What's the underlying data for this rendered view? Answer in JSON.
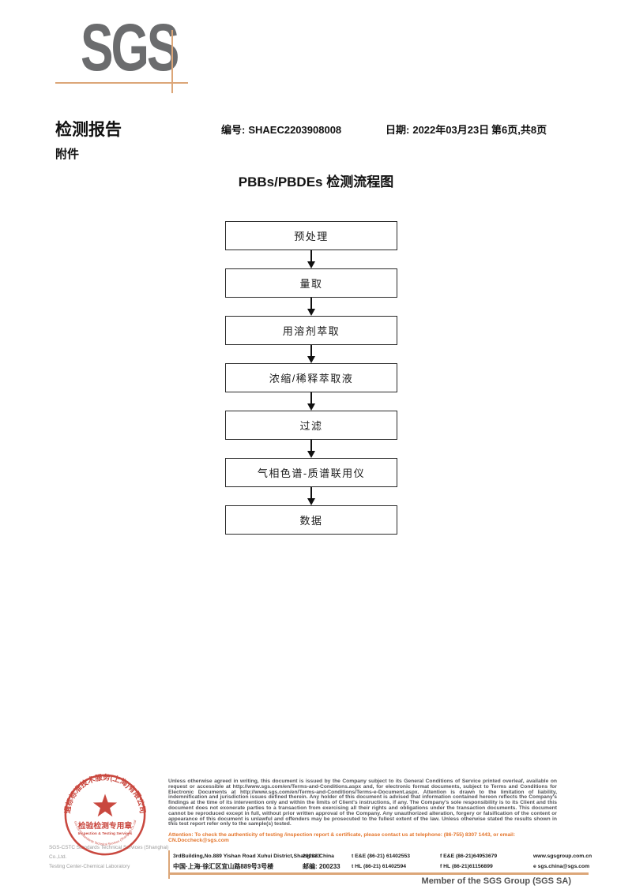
{
  "brand": {
    "logo_text": "SGS",
    "member_text": "Member of the SGS Group (SGS SA)"
  },
  "header": {
    "report_title": "检测报告",
    "attachment": "附件",
    "no_label": "编号:",
    "no_value": "SHAEC2203908008",
    "date_label": "日期:",
    "date_value": "2022年03月23日",
    "page_info": "第6页,共8页"
  },
  "flowchart": {
    "title": "PBBs/PBDEs 检测流程图",
    "steps": [
      "预处理",
      "量取",
      "用溶剂萃取",
      "浓缩/稀释萃取液",
      "过滤",
      "气相色谱-质谱联用仪",
      "数据"
    ]
  },
  "stamp": {
    "ring_top": "通标标准技术服务(上海)有限公司",
    "title": "检验检测专用章",
    "subtitle": "Inspection & Testing Services",
    "ring_bottom": "SGS-CSTC Standards Technical Services (Shanghai) Co.,Ltd.",
    "company_line1": "SGS-CSTC Standards Technical Services (Shanghai) Co.,Ltd.",
    "company_line2": "Testing Center-Chemical Laboratory"
  },
  "footer": {
    "disclaimer": "Unless otherwise agreed in writing, this document is issued by the Company subject to its General Conditions of Service printed overleaf, available on request or accessible at http://www.sgs.com/en/Terms-and-Conditions.aspx and, for electronic format documents, subject to Terms and Conditions for Electronic Documents at http://www.sgs.com/en/Terms-and-Conditions/Terms-e-Document.aspx. Attention is drawn to the limitation of liability, indemnification and jurisdiction issues defined therein. Any holder of this document is advised that information contained hereon reflects the Company's findings at the time of its intervention only and within the limits of Client's instructions, if any. The Company's sole responsibility is to its Client and this document does not exonerate parties to a transaction from exercising all their rights and obligations under the transaction documents. This document cannot be reproduced except in full, without prior written approval of the Company. Any unauthorized alteration, forgery or falsification of the content or appearance of this document is unlawful and offenders may be prosecuted to the fullest extent of the law. Unless otherwise stated the results shown in this test report refer only to the sample(s) tested.",
    "attention": "Attention: To check the authenticity of testing /inspection report & certificate, please contact us at telephone: (86-755) 8307 1443, or email: CN.Doccheck@sgs.com",
    "address_en": "3rdBuilding,No.889 Yishan Road Xuhui District,Shanghai China",
    "postcode_en": "200233",
    "tel_row1": "t E&E (86-21) 61402553",
    "fax_row1": "f E&E (86-21)64953679",
    "website": "www.sgsgroup.com.cn",
    "address_cn": "中国·上海·徐汇区宜山路889号3号楼",
    "postcode_cn_label": "邮编:",
    "postcode_cn": "200233",
    "tel_row2": "t HL (86-21) 61402594",
    "fax_row2": "f HL (86-21)61156899",
    "email": "e sgs.china@sgs.com"
  },
  "colors": {
    "accent_tan": "#DCA678",
    "stamp_red": "#C5392F",
    "attention_orange": "#E4762D",
    "logo_gray": "#6B6C6E"
  }
}
